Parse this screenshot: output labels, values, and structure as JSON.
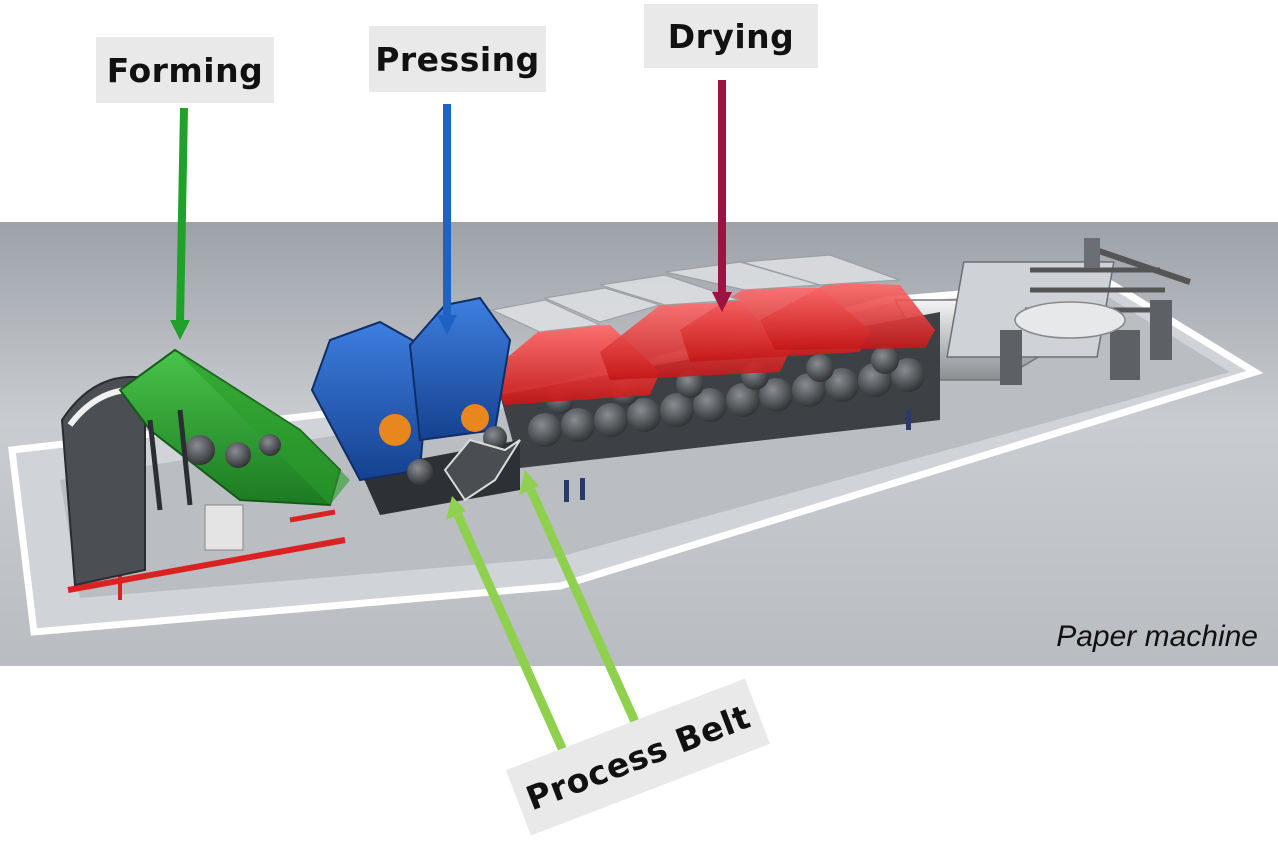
{
  "labels": {
    "forming": "Forming",
    "pressing": "Pressing",
    "drying": "Drying",
    "process_belt": "Process Belt"
  },
  "caption": "Paper machine",
  "colors": {
    "forming": "#1fa12a",
    "pressing": "#1f63c2",
    "drying": "#9c1240",
    "process_belt": "#8fd14f",
    "dryer_hood": "#d92323",
    "press_hood": "#1e58b8",
    "former_hood": "#2a9c2c",
    "background": "#c4c7cb"
  }
}
